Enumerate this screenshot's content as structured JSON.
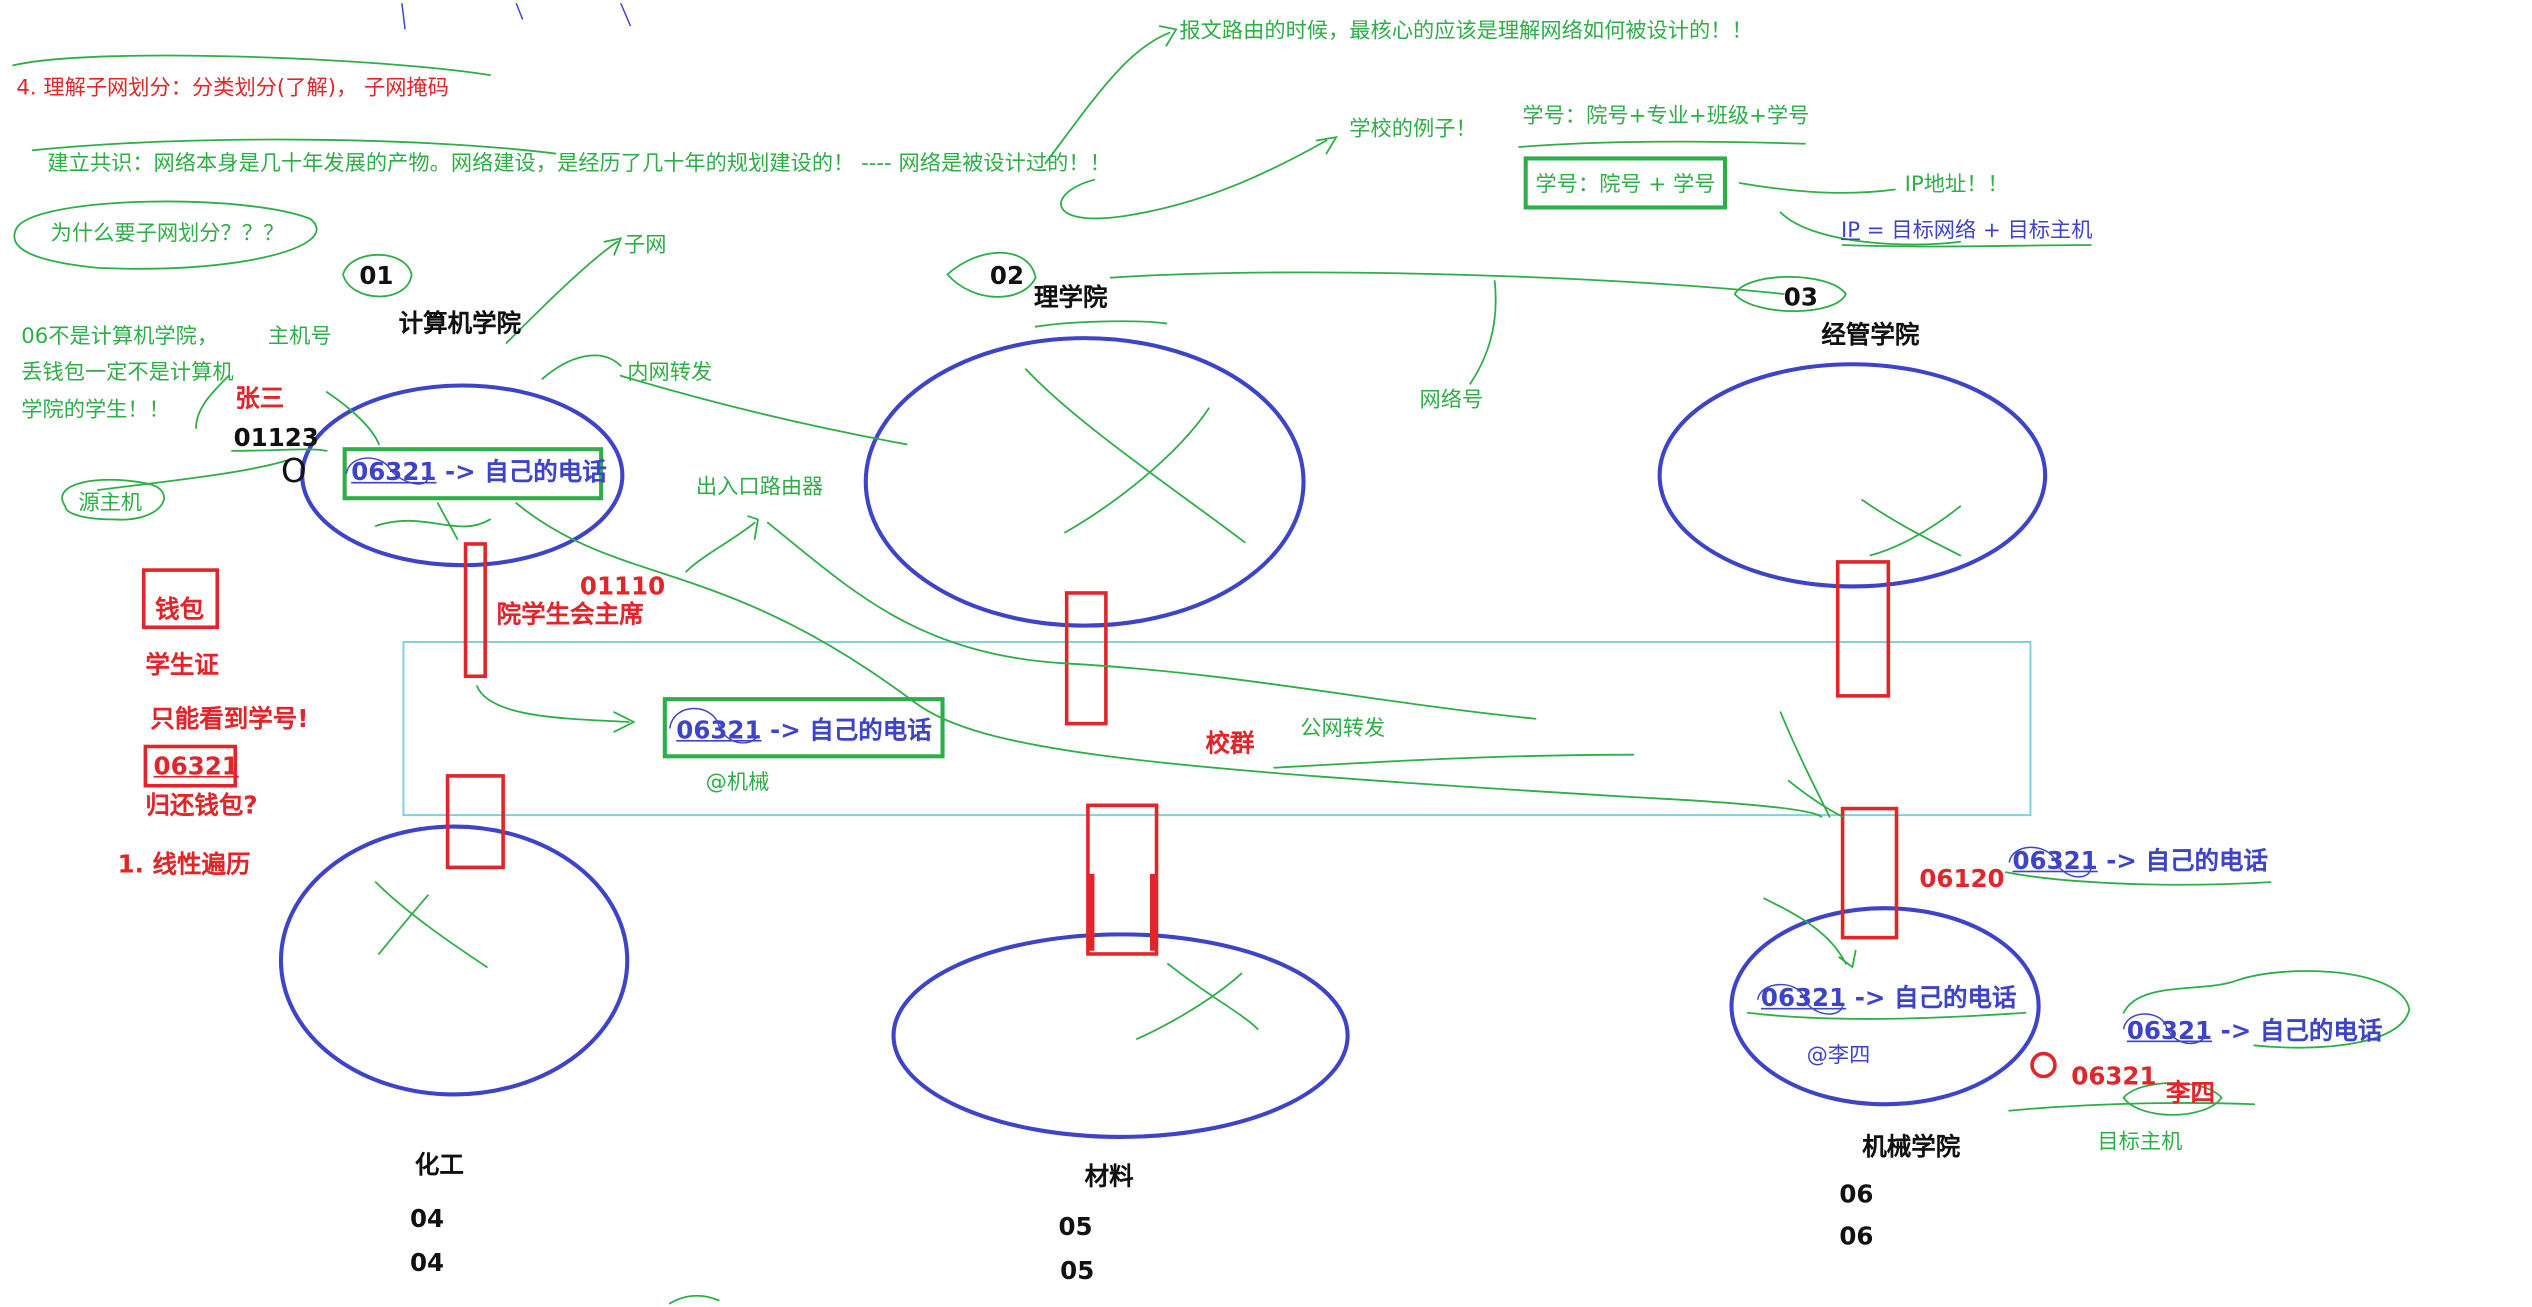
{
  "notes": {
    "header": "4. 理解子网划分：分类划分(了解)， 子网掩码",
    "consensus": "建立共识：网络本身是几十年发展的产物。网络建设，是经历了几十年的规划建设的！ ---- 网络是被设计过的！！",
    "why_subnet": "为什么要子网划分？？？",
    "routing_core": "报文路由的时候，最核心的应该是理解网络如何被设计的！！",
    "school_example": "学校的例子！",
    "student_id_full": "学号：院号+专业+班级+学号",
    "student_id_short": "学号：院号 + 学号",
    "ip_address": "IP地址！！",
    "ip_formula_ip": "IP",
    "ip_formula_rest": " = 目标网络 + 目标主机",
    "subnet_label": "子网",
    "host_number": "主机号",
    "network_number": "网络号",
    "inner_forward": "内网转发",
    "gateway_router": "出入口路由器",
    "public_forward": "公网转发",
    "source_host": "源主机",
    "target_host": "目标主机",
    "not_cs_line1": "06不是计算机学院，",
    "not_cs_line2": "丢钱包一定不是计算机",
    "not_cs_line3": "学院的学生！！"
  },
  "colleges": [
    {
      "code": "01",
      "name": "计算机学院"
    },
    {
      "code": "02",
      "name": "理学院"
    },
    {
      "code": "03",
      "name": "经管学院"
    },
    {
      "name": "化工",
      "codes": [
        "04",
        "04"
      ]
    },
    {
      "name": "材料",
      "codes": [
        "05",
        "05"
      ]
    },
    {
      "name": "机械学院",
      "codes": [
        "06",
        "06"
      ]
    }
  ],
  "story": {
    "zhangsan": "张三",
    "zhangsan_id": "01123",
    "circle_zero": "O",
    "wallet": "钱包",
    "student_card": "学生证",
    "only_see_id": "只能看到学号!",
    "wallet_id": "06321",
    "return_wallet": "归还钱包?",
    "linear_traverse": "1. 线性遍历",
    "chair_id": "01110",
    "student_union_chair": "院学生会主席",
    "school_group": "校群",
    "at_machine": "@机械",
    "lisi_code": "06120",
    "at_lisi": "@李四",
    "lisi_phone_id": "06321",
    "lisi": "李四"
  },
  "messages": {
    "number": "06321",
    "arrow": " -> ",
    "text": "自己的电话"
  },
  "colors": {
    "green_ink": "#2fae48",
    "red_ink": "#e0262b",
    "blue_ink": "#3d44c7",
    "cyan_box": "#7fd0dd",
    "black": "#111111"
  }
}
